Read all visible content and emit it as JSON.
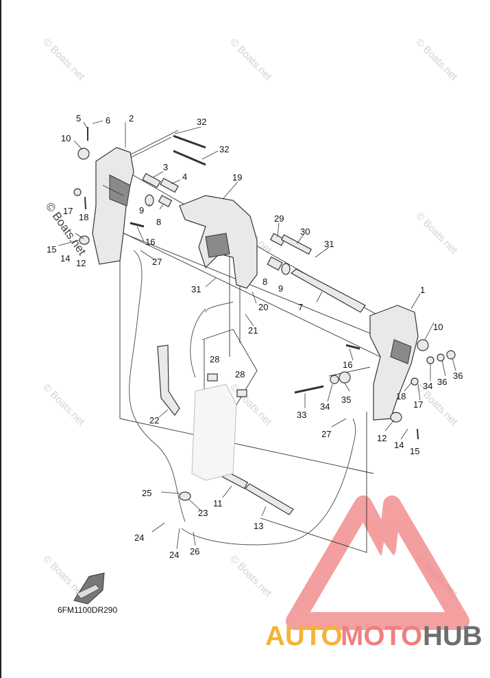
{
  "watermark_text": "© Boats.net",
  "diagram_code": "6FM1100DR290",
  "brand": {
    "part1": "AUTO",
    "part2": "MOTO",
    "part3": "HUB"
  },
  "colors": {
    "logo_triangle": "#f08080",
    "brand_yellow": "#f5b335",
    "brand_grey": "#6e6e6e"
  },
  "callouts": [
    "1",
    "2",
    "3",
    "4",
    "5",
    "6",
    "7",
    "8",
    "9",
    "10",
    "11",
    "12",
    "13",
    "14",
    "15",
    "16",
    "17",
    "18",
    "19",
    "20",
    "21",
    "22",
    "23",
    "24",
    "25",
    "26",
    "27",
    "28",
    "29",
    "30",
    "31",
    "32",
    "33",
    "34",
    "35",
    "36"
  ],
  "labels": [
    {
      "key": "1"
    },
    {
      "key": "2"
    },
    {
      "key": "3"
    },
    {
      "key": "4"
    },
    {
      "key": "5"
    },
    {
      "key": "6"
    },
    {
      "key": "7"
    },
    {
      "key": "8"
    },
    {
      "key": "8"
    },
    {
      "key": "9"
    },
    {
      "key": "9"
    },
    {
      "key": "10"
    },
    {
      "key": "10"
    },
    {
      "key": "11"
    },
    {
      "key": "12"
    },
    {
      "key": "12"
    },
    {
      "key": "13"
    },
    {
      "key": "14"
    },
    {
      "key": "14"
    },
    {
      "key": "15"
    },
    {
      "key": "15"
    },
    {
      "key": "16"
    },
    {
      "key": "16"
    },
    {
      "key": "17"
    },
    {
      "key": "17"
    },
    {
      "key": "18"
    },
    {
      "key": "18"
    },
    {
      "key": "19"
    },
    {
      "key": "20"
    },
    {
      "key": "21"
    },
    {
      "key": "22"
    },
    {
      "key": "23"
    },
    {
      "key": "24"
    },
    {
      "key": "24"
    },
    {
      "key": "25"
    },
    {
      "key": "26"
    },
    {
      "key": "27"
    },
    {
      "key": "27"
    },
    {
      "key": "28"
    },
    {
      "key": "28"
    },
    {
      "key": "29"
    },
    {
      "key": "30"
    },
    {
      "key": "31"
    },
    {
      "key": "31"
    },
    {
      "key": "32"
    },
    {
      "key": "32"
    },
    {
      "key": "33"
    },
    {
      "key": "34"
    },
    {
      "key": "34"
    },
    {
      "key": "35"
    },
    {
      "key": "36"
    },
    {
      "key": "36"
    }
  ]
}
